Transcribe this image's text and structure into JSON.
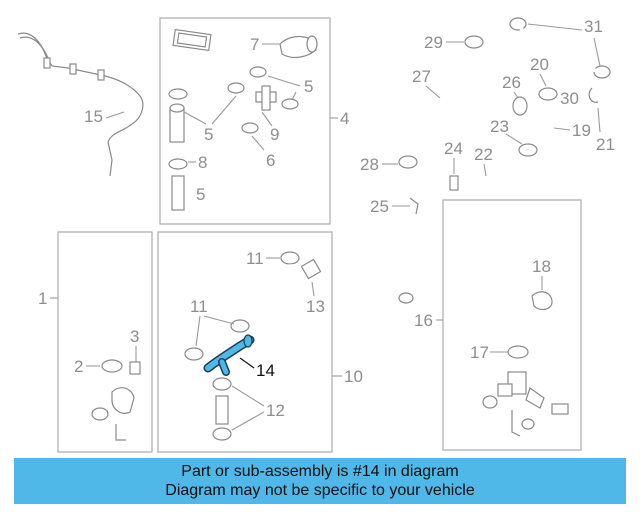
{
  "colors": {
    "highlight": "#4fb8e8",
    "line": "#8a8a8a",
    "box": "#b7b7b7",
    "banner_bg": "#4fb8e8"
  },
  "callouts": {
    "c1": "1",
    "c2": "2",
    "c3": "3",
    "c4": "4",
    "c5a": "5",
    "c5b": "5",
    "c5c": "5",
    "c6": "6",
    "c7": "7",
    "c8": "8",
    "c9": "9",
    "c10": "10",
    "c11a": "11",
    "c11b": "11",
    "c12": "12",
    "c13": "13",
    "c14": "14",
    "c15": "15",
    "c16": "16",
    "c17": "17",
    "c18": "18",
    "c19": "19",
    "c20": "20",
    "c21": "21",
    "c22": "22",
    "c23": "23",
    "c24": "24",
    "c25": "25",
    "c26": "26",
    "c27": "27",
    "c28": "28",
    "c29": "29",
    "c30": "30",
    "c31": "31"
  },
  "banner": {
    "line1": "Part or sub-assembly is #14 in diagram",
    "line2": "Diagram may not be specific to your vehicle"
  }
}
